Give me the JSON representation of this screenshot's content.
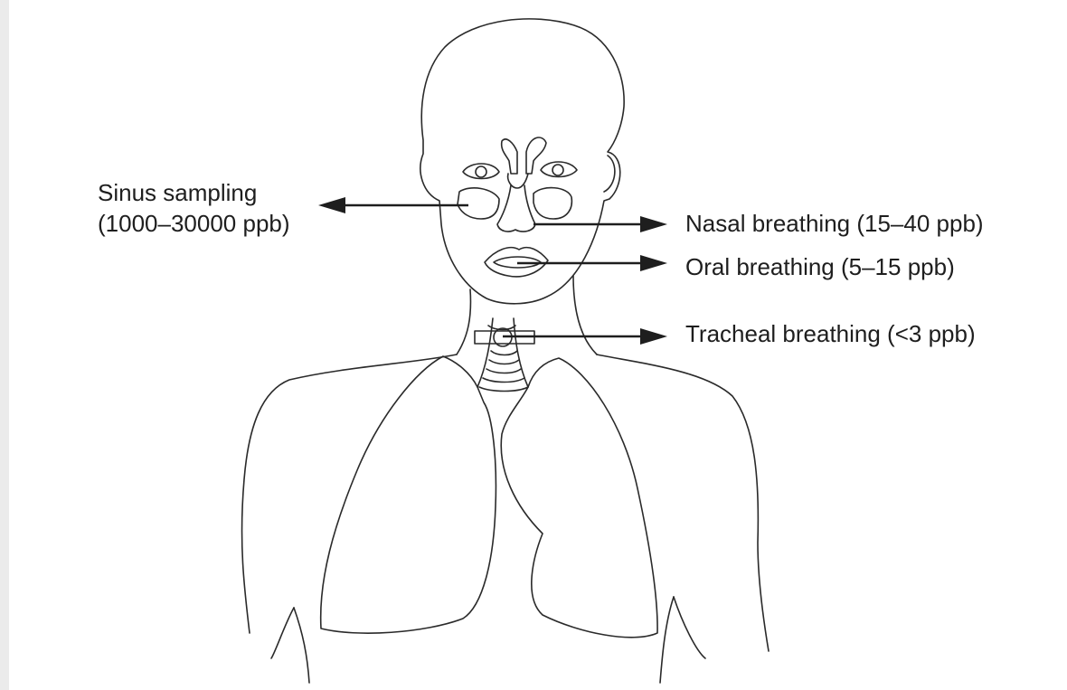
{
  "labels": {
    "sinus_line1": "Sinus sampling",
    "sinus_line2": "(1000–30000 ppb)",
    "nasal": "Nasal breathing (15–40 ppb)",
    "oral": "Oral breathing (5–15 ppb)",
    "tracheal": "Tracheal breathing (<3 ppb)"
  },
  "colors": {
    "page": "#ffffff",
    "margin": "#ebebeb",
    "ink": "#1e1e1e"
  }
}
